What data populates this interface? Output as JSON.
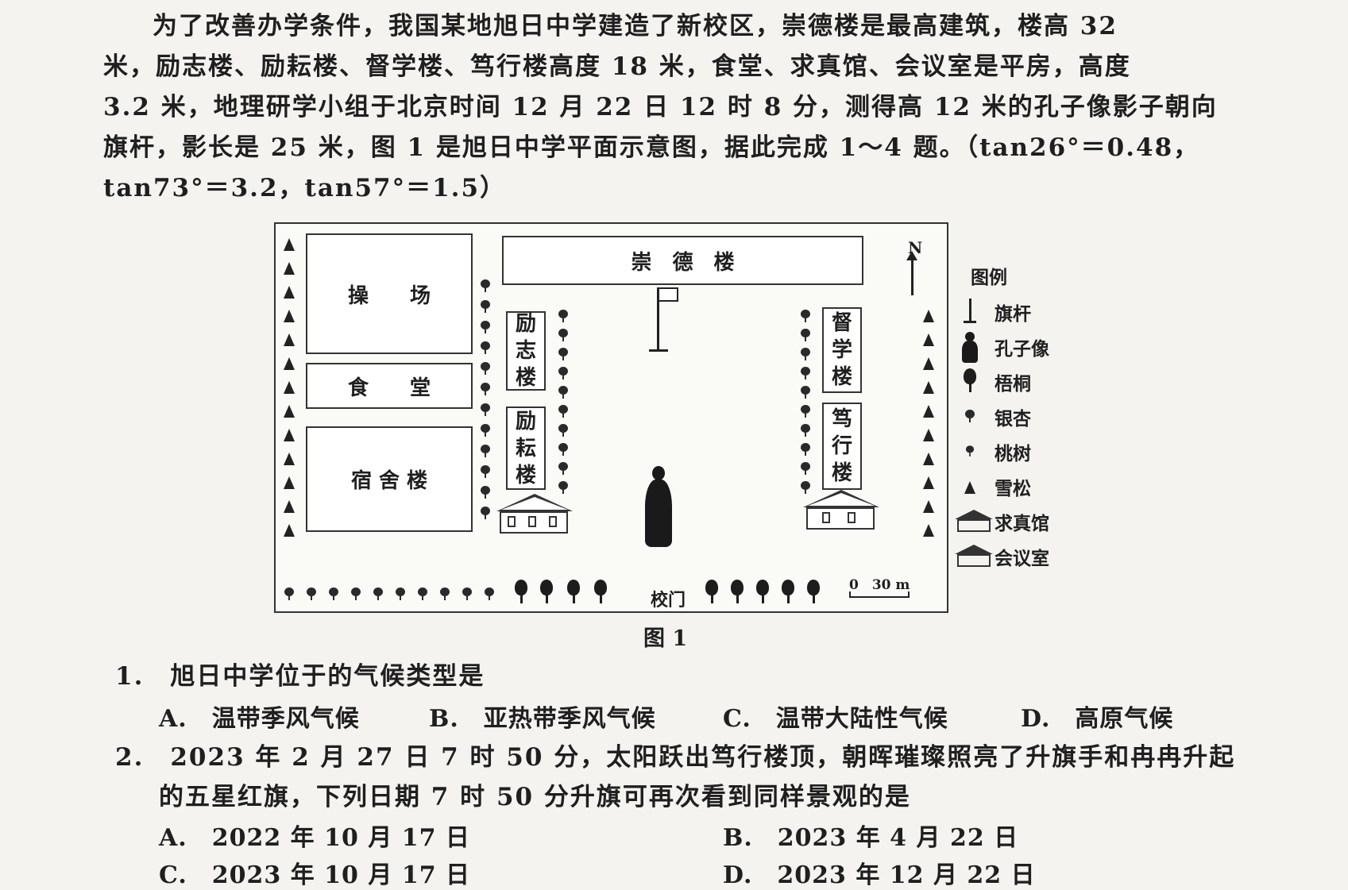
{
  "intro": {
    "line1": "为了改善办学条件，我国某地旭日中学建造了新校区，崇德楼是最高建筑，楼高 32",
    "line2": "米，励志楼、励耘楼、督学楼、笃行楼高度 18 米，食堂、求真馆、会议室是平房，高度",
    "line3": "3.2 米，地理研学小组于北京时间 12 月 22 日 12 时 8 分，测得高 12 米的孔子像影子朝向",
    "line4": "旗杆，影长是 25 米，图 1 是旭日中学平面示意图，据此完成 1～4 题。（tan26°＝0.48，",
    "line5": "tan73°＝3.2，tan57°＝1.5）"
  },
  "map": {
    "playground": "操　　场",
    "canteen": "食　　堂",
    "dorm": "宿 舍 楼",
    "chongde": "崇　德　楼",
    "lizhi": [
      "励",
      "志",
      "楼"
    ],
    "liyun": [
      "励",
      "耘",
      "楼"
    ],
    "duxue": [
      "督",
      "学",
      "楼"
    ],
    "duxing": [
      "笃",
      "行",
      "楼"
    ],
    "north": "N",
    "scale": "0　30 m",
    "gate": "校门"
  },
  "legend": {
    "title": "图例",
    "items": [
      "旗杆",
      "孔子像",
      "梧桐",
      "银杏",
      "桃树",
      "雪松",
      "求真馆",
      "会议室"
    ]
  },
  "figure_caption": "图 1",
  "questions": [
    {
      "stem": "1.　旭日中学位于的气候类型是",
      "options": [
        "A.　温带季风气候",
        "B.　亚热带季风气候",
        "C.　温带大陆性气候",
        "D.　高原气候"
      ]
    },
    {
      "stem_line1": "2.　2023 年 2 月 27 日 7 时 50 分，太阳跃出笃行楼顶，朝晖璀璨照亮了升旗手和冉冉升起",
      "stem_line2": "的五星红旗，下列日期 7 时 50 分升旗可再次看到同样景观的是",
      "options": [
        "A.　2022 年 10 月 17 日",
        "B.　2023 年 4 月 22 日",
        "C.　2023 年 10 月 17 日",
        "D.　2023 年 12 月 22 日"
      ]
    }
  ]
}
